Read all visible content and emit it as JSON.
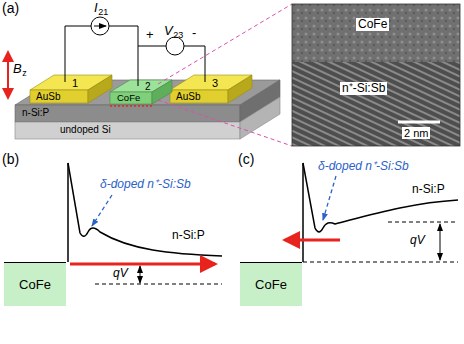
{
  "diagram": {
    "nodes": [
      {
        "text": [
          "CoFe"
        ]
      },
      {
        "text": [
          "CoFe"
        ]
      }
    ],
    "labels": [
      "(a)",
      "I",
      "21",
      "+",
      "V",
      "23",
      "-",
      "AuSb",
      "1",
      "CoFe",
      "2",
      "AuSb",
      "3",
      "B",
      "z",
      "n-Si:P",
      "undoped Si",
      "CoFe",
      "n⁺-Si:Sb",
      "2 nm",
      "(b)",
      "δ-doped n⁺-Si:Sb",
      "n-Si:P",
      "qV",
      "(c)",
      "δ-doped n⁺-Si:Sb",
      "n-Si:P",
      "qV"
    ]
  }
}
